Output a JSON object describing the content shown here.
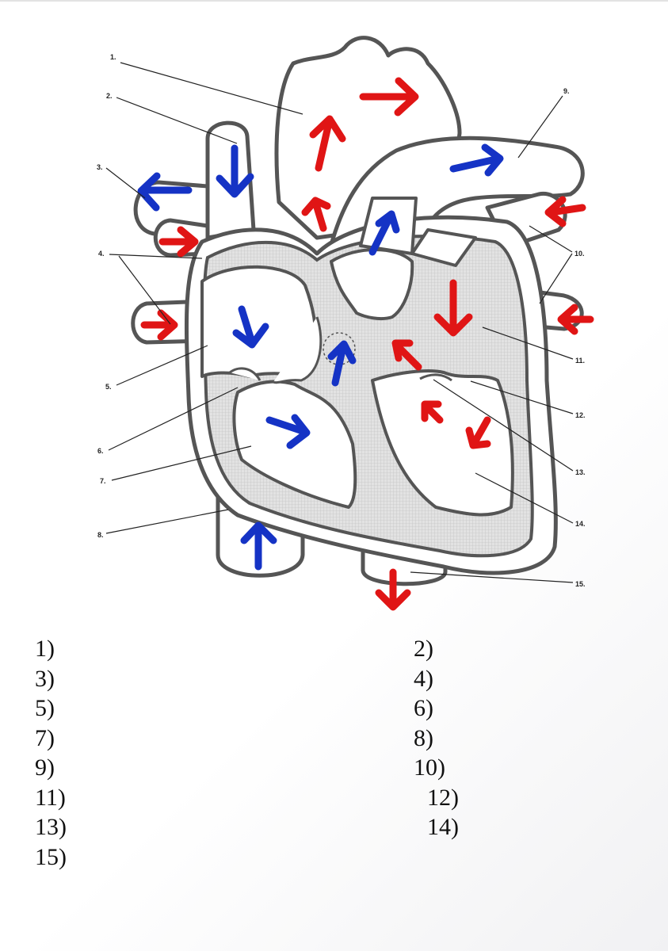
{
  "diagram": {
    "labels": [
      "1.",
      "2.",
      "3.",
      "4.",
      "5.",
      "6.",
      "7.",
      "8.",
      "9.",
      "10.",
      "11.",
      "12.",
      "13.",
      "14.",
      "15."
    ],
    "colors": {
      "oxygen_poor": "#1533c5",
      "oxygen_rich": "#e01515",
      "outline": "#555555",
      "septum_fill": "#d6d6d6"
    }
  },
  "answer_sheet": {
    "left": [
      "1)",
      "3)",
      "5)",
      "7)",
      "9)",
      "11)",
      "13)",
      "15)"
    ],
    "right": [
      "2)",
      "4)",
      "6)",
      "8)",
      "10)",
      "12)",
      "14)"
    ]
  }
}
